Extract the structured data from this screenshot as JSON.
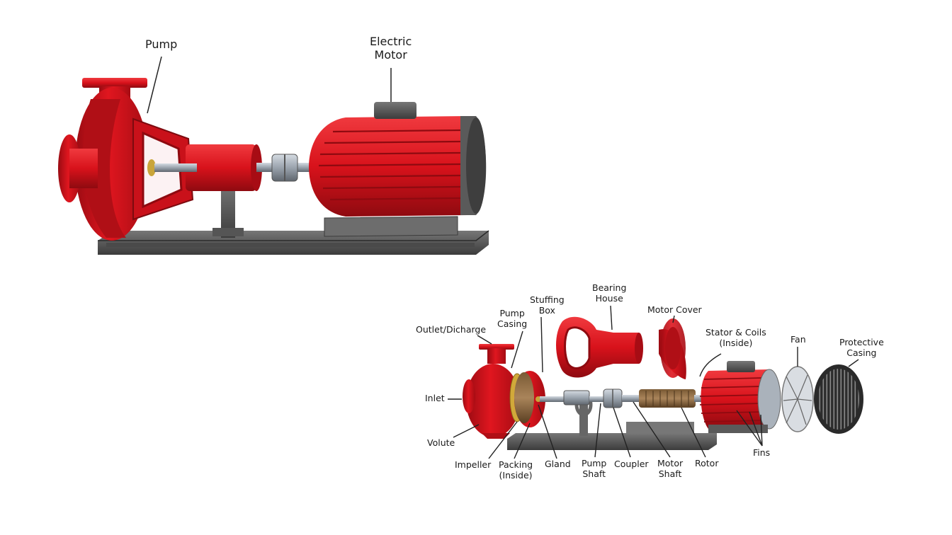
{
  "assembled": {
    "pump_label": "Pump",
    "motor_label": [
      "Electric",
      "Motor"
    ]
  },
  "exploded": {
    "outlet": "Outlet/Dicharge",
    "pump_casing": [
      "Pump",
      "Casing"
    ],
    "stuffing_box": [
      "Stuffing",
      "Box"
    ],
    "bearing_house": [
      "Bearing",
      "House"
    ],
    "motor_cover": "Motor Cover",
    "stator_coils": [
      "Stator & Coils",
      "(Inside)"
    ],
    "fan": "Fan",
    "protective_casing": [
      "Protective",
      "Casing"
    ],
    "inlet": "Inlet",
    "volute": "Volute",
    "impeller": "Impeller",
    "packing": [
      "Packing",
      "(Inside)"
    ],
    "gland": "Gland",
    "pump_shaft": [
      "Pump",
      "Shaft"
    ],
    "coupler": "Coupler",
    "motor_shaft": [
      "Motor",
      "Shaft"
    ],
    "rotor": "Rotor",
    "fins": "Fins"
  },
  "colors": {
    "pump_red": "#d8121b",
    "dark_red": "#8e0a10",
    "base_gray": "#5a5a5a",
    "shaft_gray": "#9aa3ad"
  }
}
